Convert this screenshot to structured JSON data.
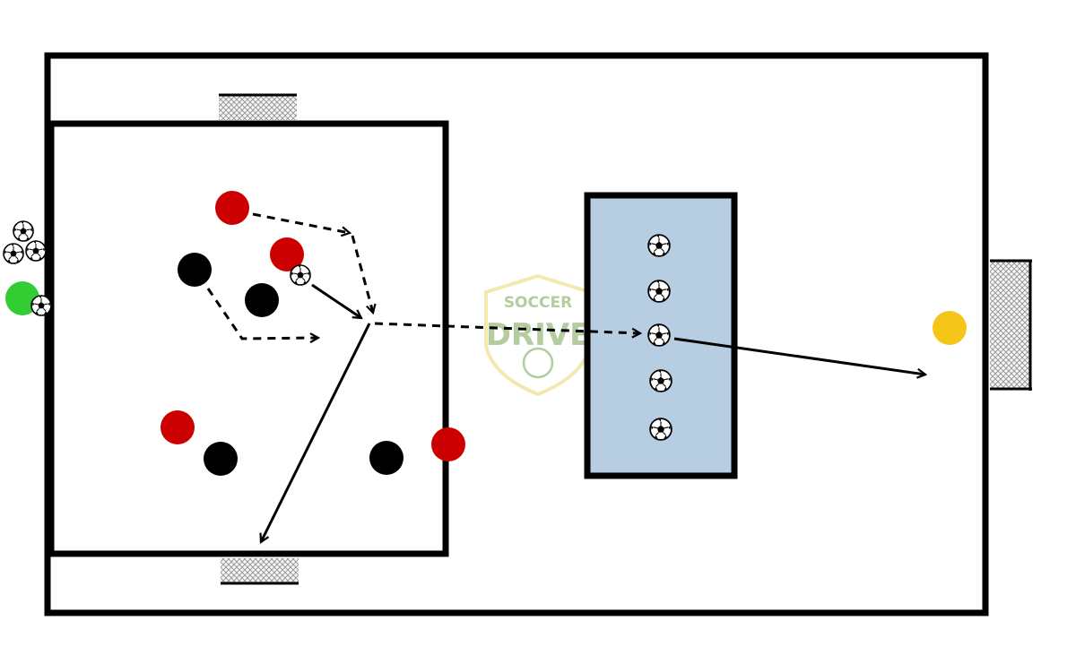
{
  "watermark": {
    "line1": "SOCCER",
    "line2": "DRIVE",
    "text_color": "#a9c290",
    "border_color": "#f3e4a4"
  },
  "colors": {
    "field_line": "#000000",
    "zone_fill": "#b7cde2",
    "team_red": "#cc0000",
    "team_black": "#000000",
    "neutral_green": "#33cc33",
    "goalkeeper_yellow": "#f5c518",
    "goal_net": "#e6e6e6"
  },
  "legend_icons": {
    "player_marker": "filled-circle",
    "ball": "soccer-ball-icon",
    "pass": "solid-arrow",
    "movement": "dashed-arrow",
    "goal": "net-goal-icon"
  }
}
